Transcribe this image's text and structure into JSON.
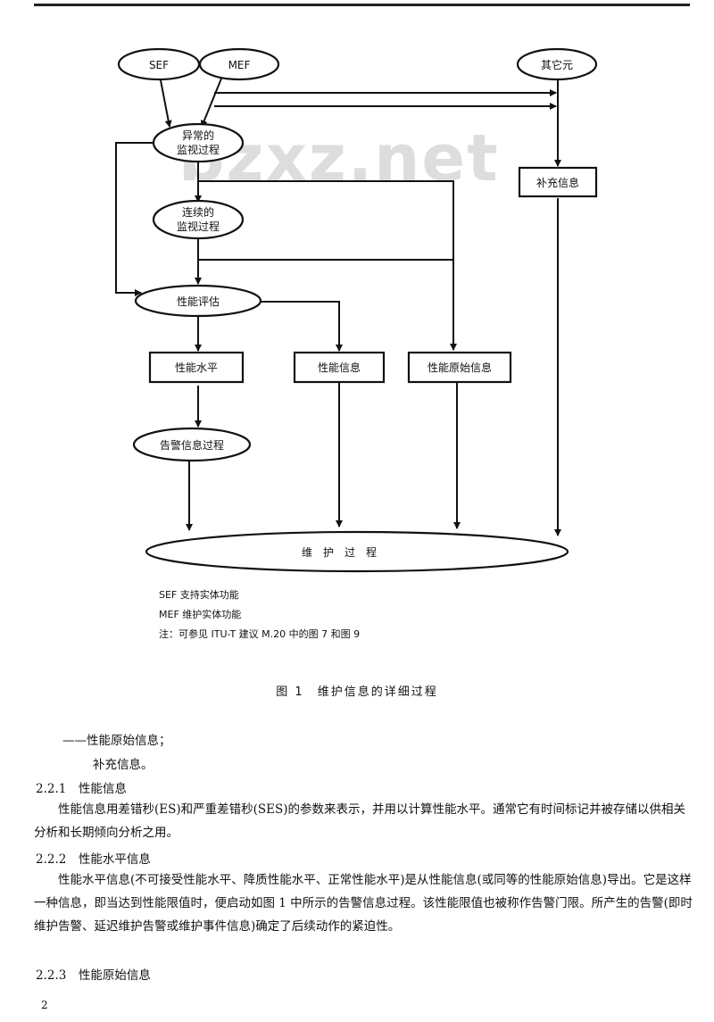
{
  "diagram": {
    "nodes": {
      "sef": "SEF",
      "mef": "MEF",
      "other_unit": "其它元",
      "abnormal_process": [
        "异常的",
        "监视过程"
      ],
      "continuous_process": [
        "连续的",
        "监视过程"
      ],
      "perf_eval": "性能评估",
      "supplementary_info": "补充信息",
      "perf_level": "性能水平",
      "perf_info": "性能信息",
      "perf_raw_info": "性能原始信息",
      "alarm_process": "告警信息过程",
      "maintenance_process": "维　护　过　程"
    },
    "legend": [
      "SEF  支持实体功能",
      "MEF  维护实体功能",
      "注：可参见 ITU-T 建议 M.20 中的图 7 和图 9"
    ],
    "caption": "图 1　维护信息的详细过程"
  },
  "watermark": "bzxz.net",
  "body": {
    "list_item_1": "——性能原始信息；",
    "list_item_2": "补充信息。",
    "s221_heading": "2.2.1　性能信息",
    "s221_text": "性能信息用差错秒(ES)和严重差错秒(SES)的参数来表示，并用以计算性能水平。通常它有时间标记并被存储以供相关分析和长期倾向分析之用。",
    "s222_heading": "2.2.2　性能水平信息",
    "s222_text": "性能水平信息(不可接受性能水平、降质性能水平、正常性能水平)是从性能信息(或同等的性能原始信息)导出。它是这样一种信息，即当达到性能限值时，便启动如图 1 中所示的告警信息过程。该性能限值也被称作告警门限。所产生的告警(即时维护告警、延迟维护告警或维护事件信息)确定了后续动作的紧迫性。",
    "s223_heading": "2.2.3　性能原始信息",
    "page_number": "2"
  }
}
